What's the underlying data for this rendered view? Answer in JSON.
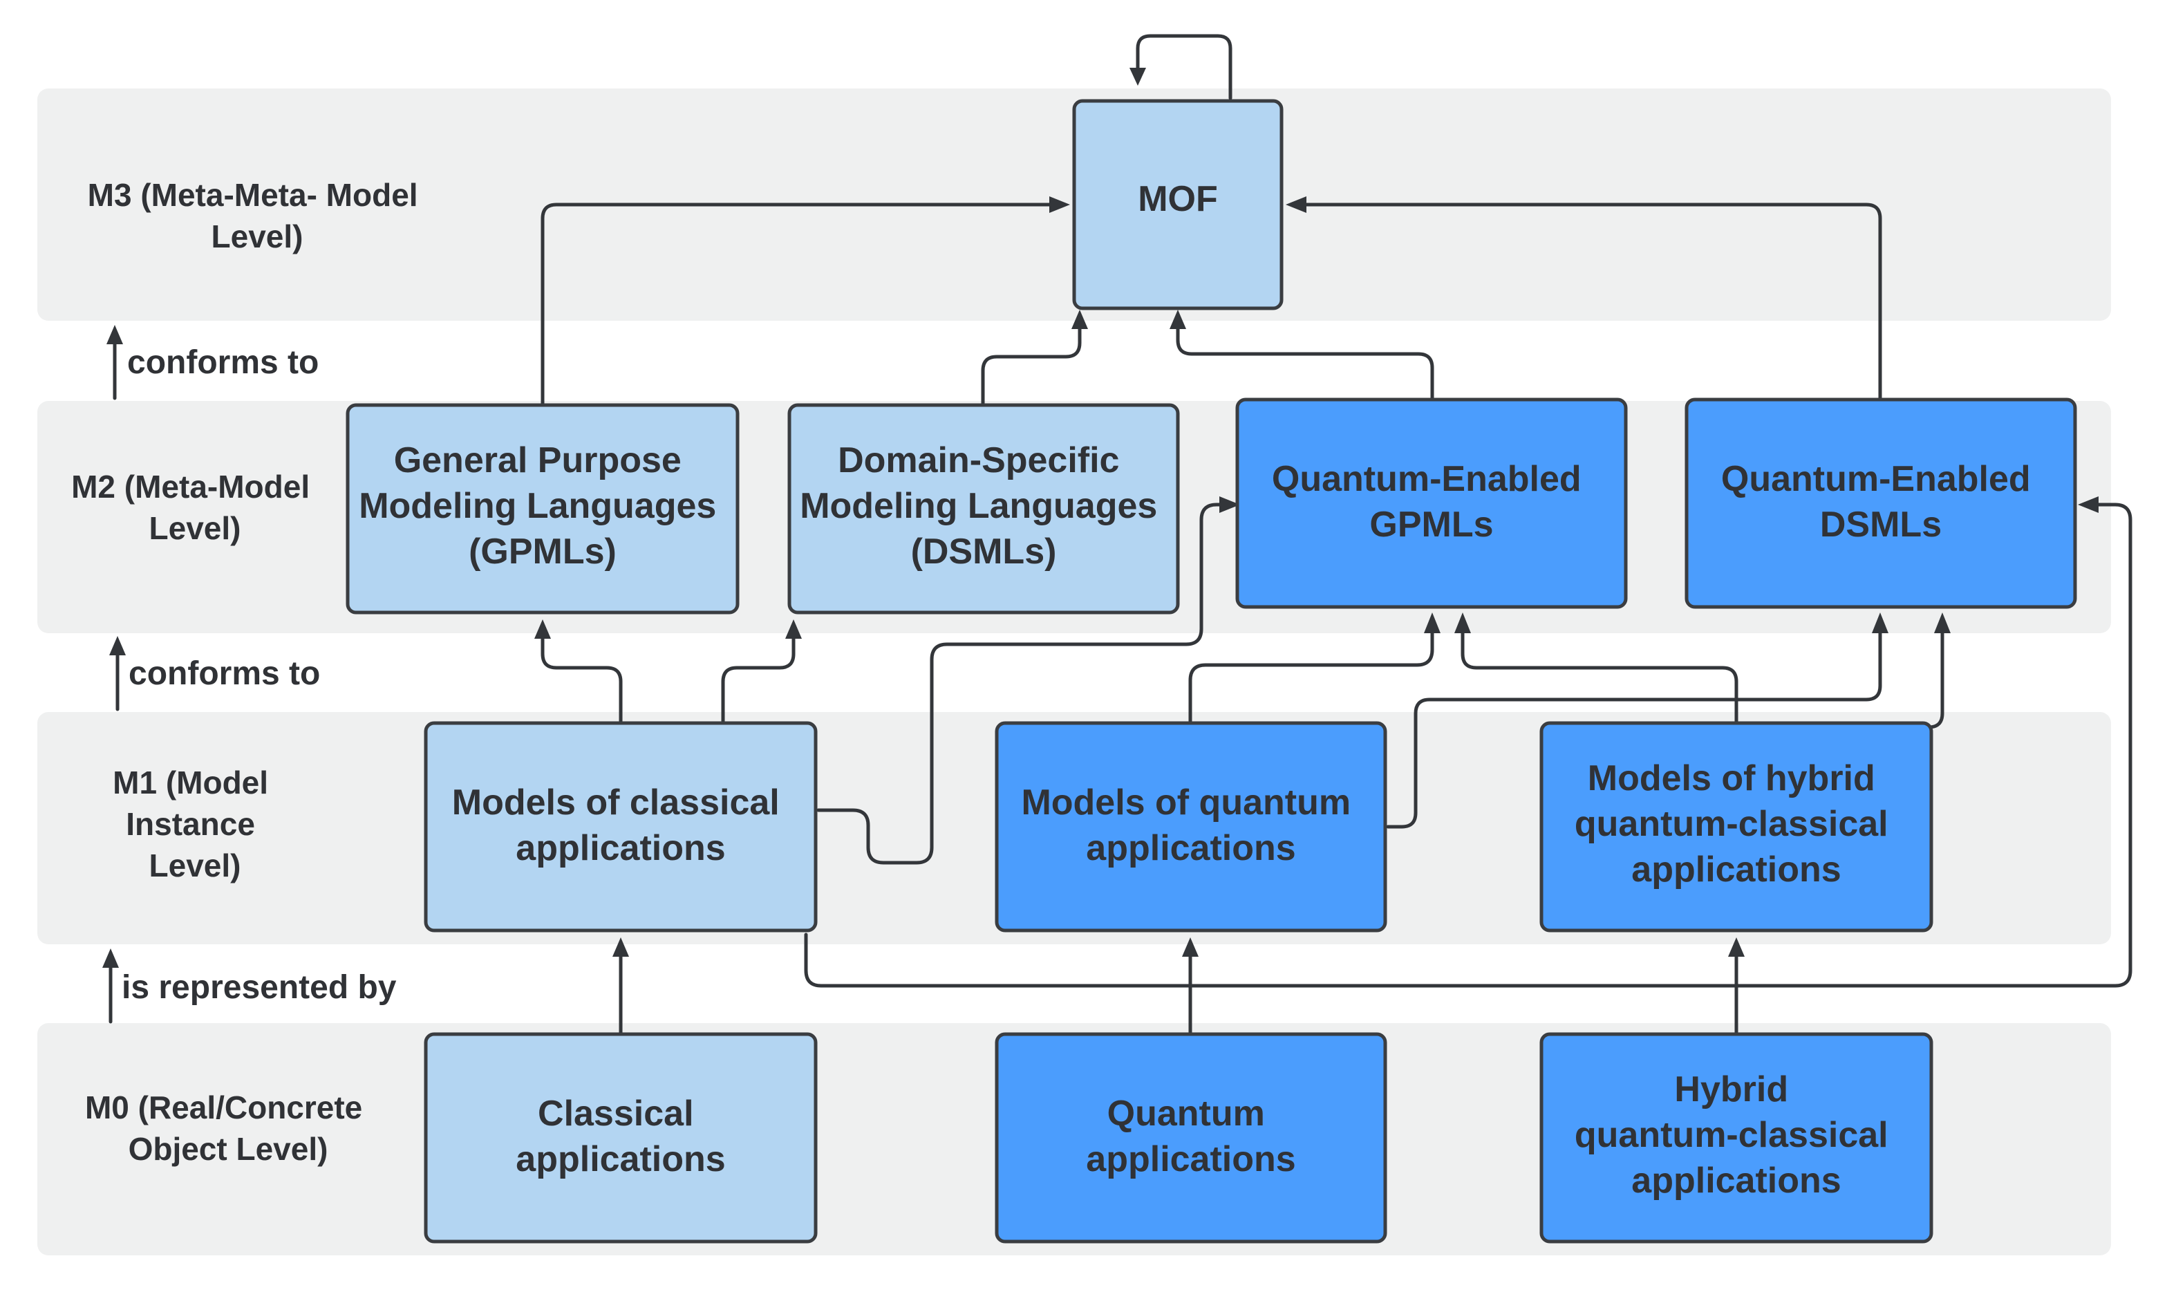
{
  "levels": {
    "m3": [
      "M3 (Meta-Meta- Model",
      "Level)"
    ],
    "m2": [
      "M2 (Meta-Model",
      "Level)"
    ],
    "m1": [
      "M1 (Model",
      "Instance",
      "Level)"
    ],
    "m0": [
      "M0 (Real/Concrete",
      "Object Level)"
    ]
  },
  "relations": {
    "m2_to_m3": "conforms to",
    "m1_to_m2": "conforms to",
    "m0_to_m1": "is represented by"
  },
  "boxes": {
    "mof": [
      "MOF"
    ],
    "gpmls": [
      "General Purpose",
      "Modeling Languages",
      "(GPMLs)"
    ],
    "dsmls": [
      "Domain-Specific",
      "Modeling Languages",
      "(DSMLs)"
    ],
    "q_gpmls": [
      "Quantum-Enabled",
      "GPMLs"
    ],
    "q_dsmls": [
      "Quantum-Enabled",
      "DSMLs"
    ],
    "models_classical": [
      "Models of classical",
      "applications"
    ],
    "models_quantum": [
      "Models of quantum",
      "applications"
    ],
    "models_hybrid": [
      "Models of hybrid",
      "quantum-classical",
      "applications"
    ],
    "classical_apps": [
      "Classical",
      "applications"
    ],
    "quantum_apps": [
      "Quantum",
      "applications"
    ],
    "hybrid_apps": [
      "Hybrid",
      "quantum-classical",
      "applications"
    ]
  },
  "colors": {
    "band": "#eff0f0",
    "classical_box": "#b3d5f2",
    "quantum_box": "#4b9dfd",
    "stroke": "#33363a"
  }
}
